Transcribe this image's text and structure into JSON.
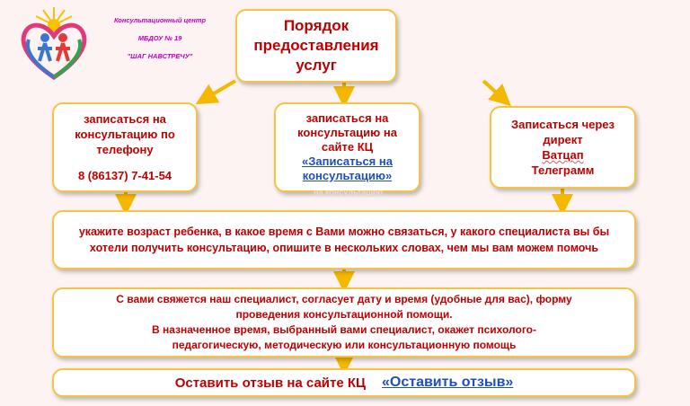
{
  "logo": {
    "org_line1": "Консультационный центр",
    "org_line2": "МБДОУ № 19",
    "org_line3": "\"ШАГ НАВСТРЕЧУ\""
  },
  "title": {
    "line1": "Порядок",
    "line2": "предоставления услуг"
  },
  "phone_box": {
    "line1": "записаться на",
    "line2": "консультацию по",
    "line3": "телефону",
    "phone": "8 (86137) 7-41-54"
  },
  "site_box": {
    "line1": "записаться на",
    "line2": "консультацию на",
    "line3": "сайте КЦ",
    "link_line1": "«Записаться на",
    "link_line2": "консультацию»",
    "ghost_text": "на консультацию"
  },
  "direct_box": {
    "line1": "Записаться через",
    "line2": "директ",
    "line3": "Ватцап",
    "line4": "Телеграмм"
  },
  "info_box": {
    "line1": "укажите возраст ребенка, в какое время с Вами можно связаться, у какого специалиста вы бы",
    "line2": "хотели получить консультацию, опишите в нескольких словах, чем мы вам можем помочь"
  },
  "contact_box": {
    "line1": "С вами свяжется наш специалист, согласует дату и время (удобные для вас), форму",
    "line2": "проведения консультационной помощи.",
    "line3": "В назначенное время, выбранный вами специалист, окажет психолого-",
    "line4": "педагогическую, методическую или  консультационную помощь"
  },
  "review_box": {
    "text": "Оставить отзыв на сайте КЦ",
    "link": "«Оставить  отзыв»"
  },
  "colors": {
    "box_border": "#f5c542",
    "text_red": "#c00000",
    "link_blue": "#1f4fbf",
    "arrow": "#f5b800",
    "background": "#fdf3f3"
  }
}
